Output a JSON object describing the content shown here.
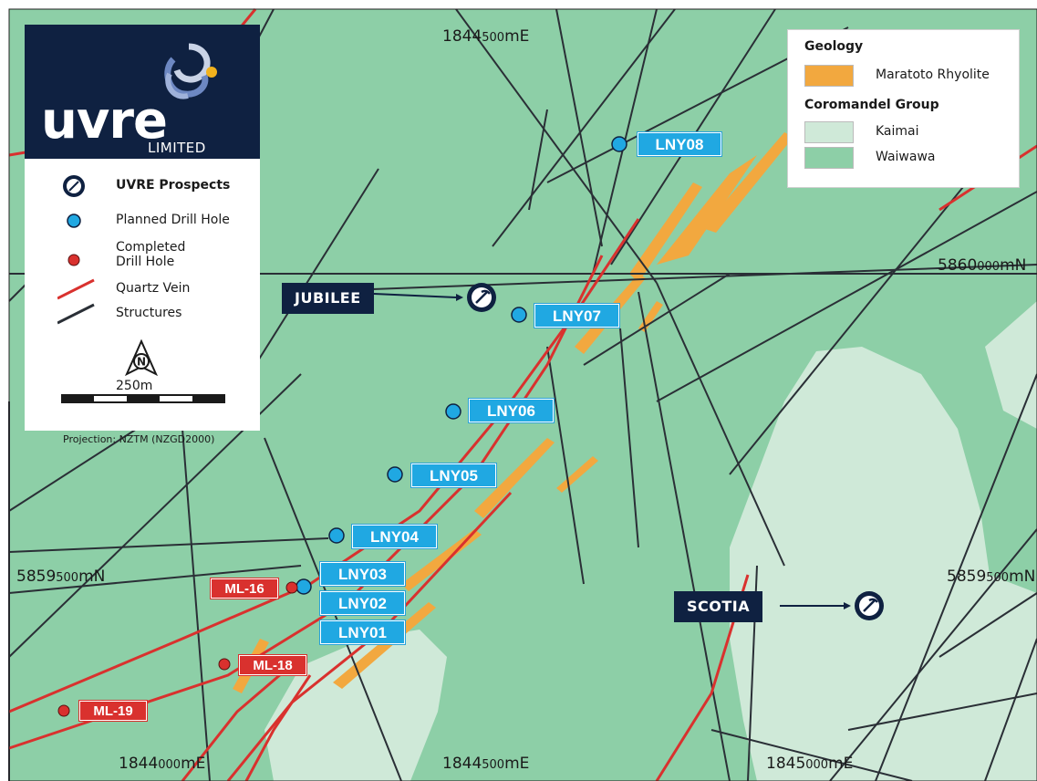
{
  "logo": {
    "word": "uvre",
    "sub": "LIMITED"
  },
  "legend": {
    "items": [
      {
        "label": "UVRE Prospects",
        "bold": true
      },
      {
        "label": "Planned Drill Hole",
        "bold": false
      },
      {
        "label": "Completed\nDrill Hole",
        "bold": false
      },
      {
        "label": "Quartz Vein",
        "bold": false
      },
      {
        "label": "Structures",
        "bold": false
      }
    ],
    "north": "N",
    "scale_label": "250m",
    "projection": "Projection: NZTM (NZGD2000)"
  },
  "geology": {
    "title": "Geology",
    "rhyolite": "Maratoto Rhyolite",
    "group": "Coromandel Group",
    "kaimai": "Kaimai",
    "waiwawa": "Waiwawa"
  },
  "colors": {
    "waiwawa": "#8dcfa7",
    "kaimai": "#cfe9d8",
    "rhyolite": "#f2a83f",
    "vein": "#d9312e",
    "structure": "#2a2f36",
    "planned": "#20a8e2",
    "completed": "#d9312e",
    "navy": "#0f2141"
  },
  "coords": {
    "top_e": [
      "1844",
      "500",
      "mE"
    ],
    "bottom_e1": [
      "1844",
      "000",
      "mE"
    ],
    "bottom_e2": [
      "1844",
      "500",
      "mE"
    ],
    "bottom_e3": [
      "1845",
      "000",
      "mE"
    ],
    "north_top": [
      "5860",
      "000",
      "mN"
    ],
    "north_bottom_left": [
      "5859",
      "500",
      "mN"
    ],
    "north_bottom_right": [
      "5859",
      "500",
      "mN"
    ]
  },
  "prospects": {
    "jubilee": "JUBILEE",
    "scotia": "SCOTIA"
  },
  "planned_holes": [
    "LNY08",
    "LNY07",
    "LNY06",
    "LNY05",
    "LNY04",
    "LNY03",
    "LNY02",
    "LNY01"
  ],
  "completed_holes": [
    "ML-16",
    "ML-18",
    "ML-19"
  ]
}
